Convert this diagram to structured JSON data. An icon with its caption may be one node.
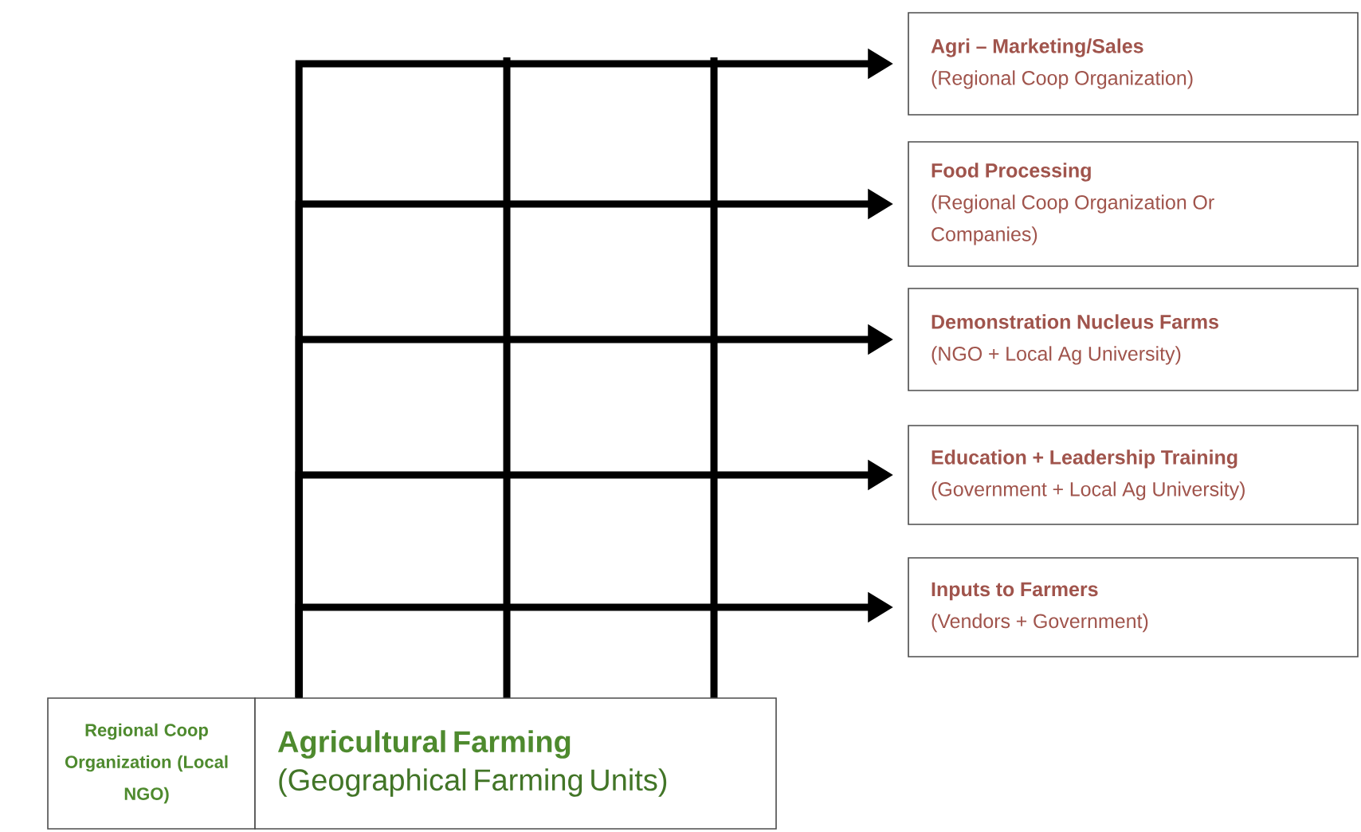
{
  "diagram": {
    "nodes": [
      {
        "text": [
          "Regional Coop Organization (Local NGO)"
        ]
      },
      {
        "text": [
          "Agricultural Farming",
          "(Geographical Farming Units)"
        ]
      },
      {
        "text": [
          "Agri – Marketing/Sales",
          "(Regional Coop Organization)"
        ]
      },
      {
        "text": [
          "Food Processing",
          "(Regional Coop Organization Or Companies)"
        ]
      },
      {
        "text": [
          "Demonstration Nucleus Farms",
          "(NGO + Local Ag University)"
        ]
      },
      {
        "text": [
          "Education + Leadership Training",
          "(Government + Local Ag University)"
        ]
      },
      {
        "text": [
          "Inputs to Farmers",
          "(Vendors + Government)"
        ]
      }
    ],
    "edges": [
      {
        "from": 1,
        "to": 2,
        "arrow": "to"
      },
      {
        "from": 1,
        "to": 3,
        "arrow": "to"
      },
      {
        "from": 1,
        "to": 4,
        "arrow": "to"
      },
      {
        "from": 1,
        "to": 5,
        "arrow": "to"
      },
      {
        "from": 1,
        "to": 6,
        "arrow": "to"
      }
    ]
  }
}
